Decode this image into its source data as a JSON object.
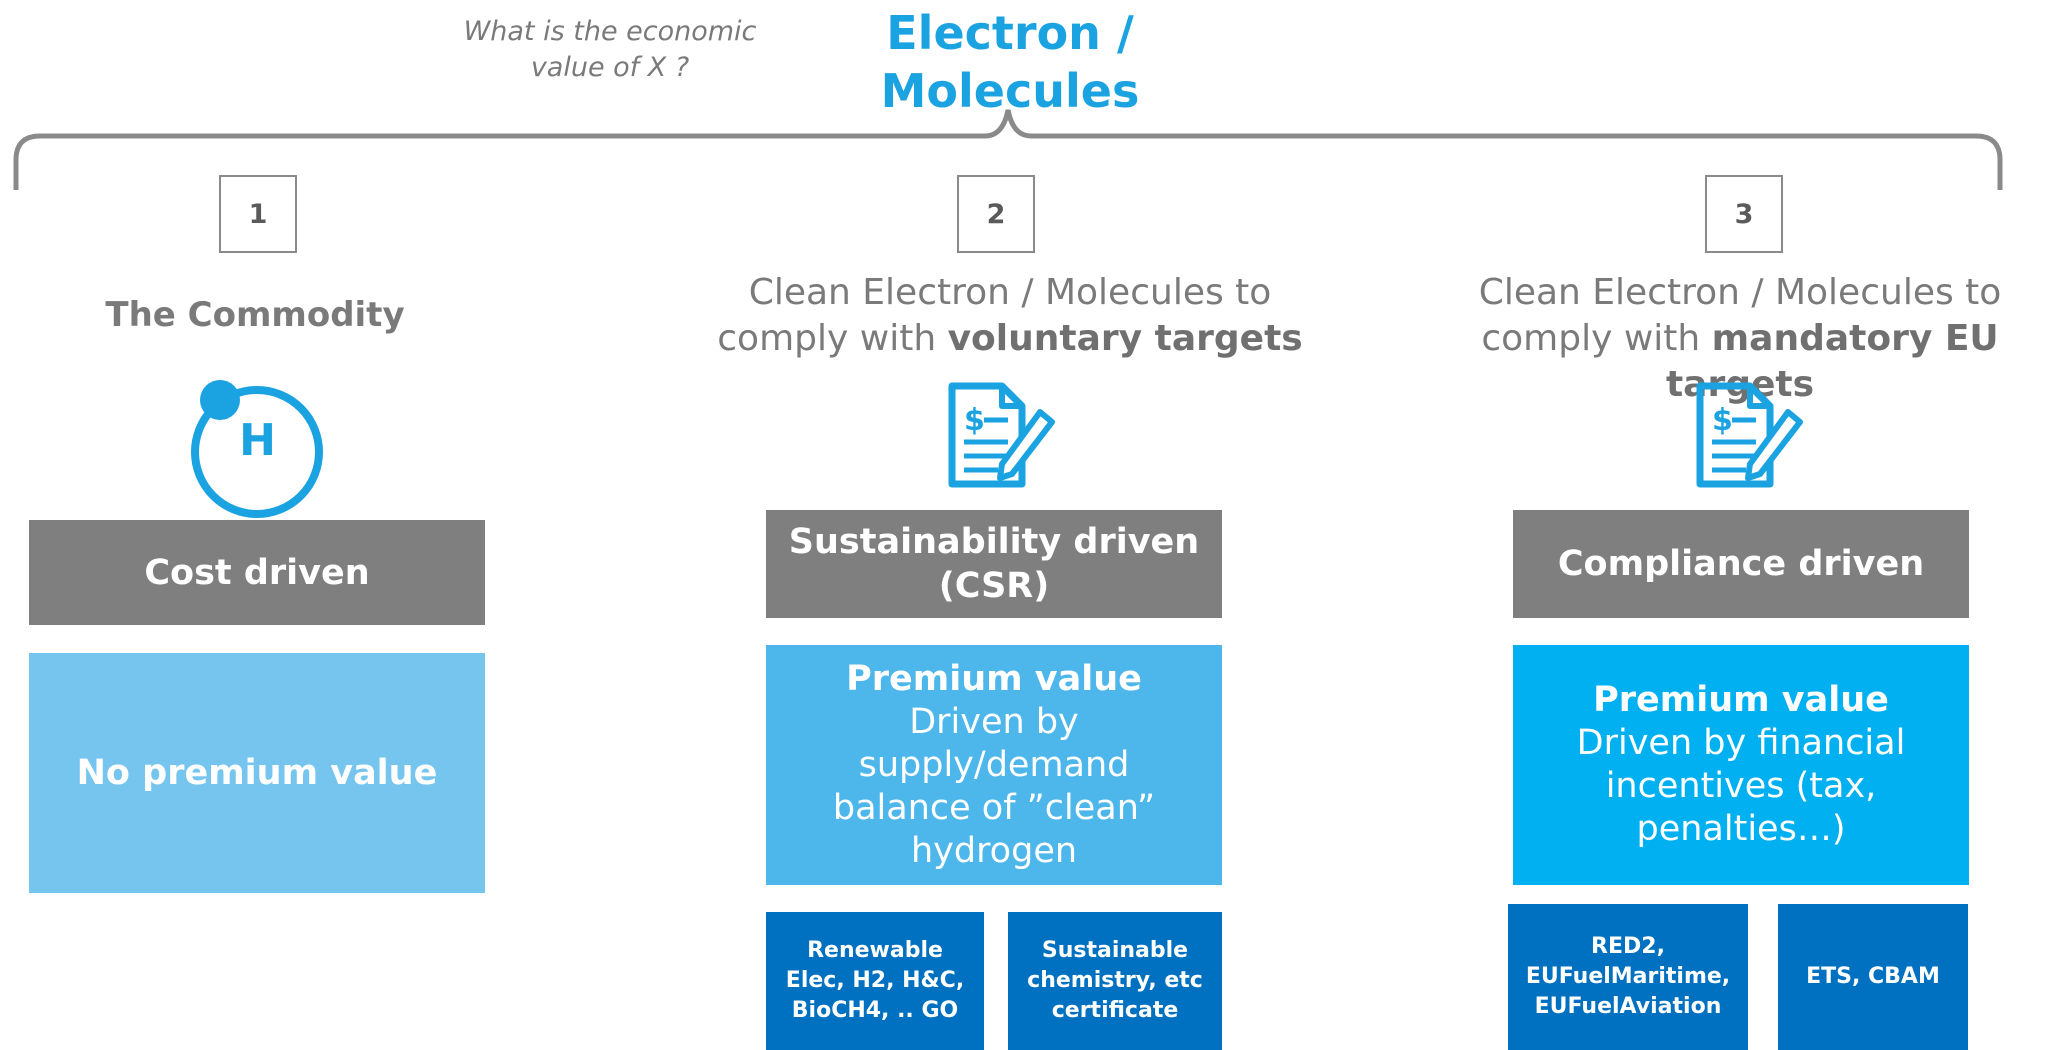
{
  "header": {
    "question": "What is the economic value of  X ?",
    "title_line1": "Electron /",
    "title_line2": "Molecules"
  },
  "columns": [
    {
      "number": "1",
      "title": "The Commodity",
      "icon": "hydrogen-atom-icon",
      "icon_letter": "H",
      "driver": "Cost driven",
      "value": "No premium value"
    },
    {
      "number": "2",
      "title_plain": "Clean Electron / Molecules to comply with ",
      "title_bold": "voluntary targets",
      "icon": "invoice-pen-icon",
      "driver_line1": "Sustainability driven",
      "driver_line2": "(CSR)",
      "value_heading": "Premium value",
      "value_text": "Driven by supply/demand balance of ”clean” hydrogen",
      "certificates": [
        "Renewable Elec, H2, H&C,  BioCH4, .. GO",
        "Sustainable chemistry, etc certificate"
      ]
    },
    {
      "number": "3",
      "title_plain": "Clean Electron / Molecules to comply with ",
      "title_bold": "mandatory EU targets",
      "icon": "invoice-pen-icon",
      "driver": "Compliance driven",
      "value_heading": "Premium value",
      "value_text": "Driven by financial incentives (tax, penalties…)",
      "certificates": [
        "RED2, EUFuelMaritime, EUFuelAviation",
        "ETS, CBAM"
      ]
    }
  ],
  "colors": {
    "accent": "#1aa3e0",
    "grey_box": "#7f7f7f",
    "light_blue": "#76c5ee",
    "mid_blue": "#4db6ea",
    "bright_blue": "#00b0f0",
    "dark_blue": "#0070c0"
  }
}
